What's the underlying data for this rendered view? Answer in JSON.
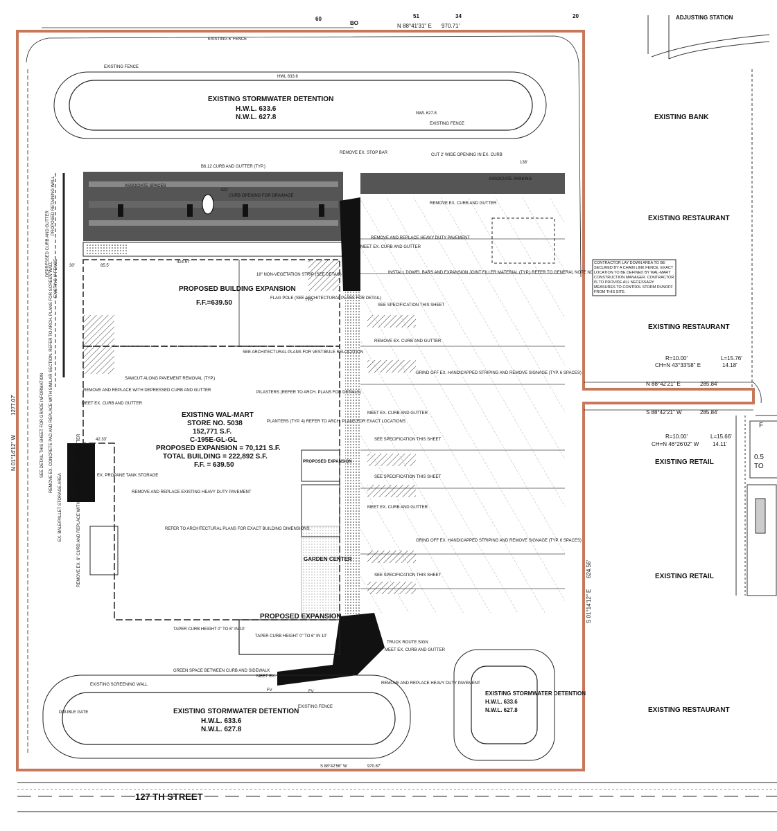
{
  "header": {
    "adjusting_station": "ADJUSTING STATION",
    "num_60": "60",
    "num_bo": "BO",
    "num_51": "51",
    "num_34": "34",
    "num_20": "20",
    "bearing_north": "N 88°41'31\" E",
    "dist_north": "970.71'"
  },
  "existing": {
    "bank": "EXISTING BANK",
    "restaurant_1": "EXISTING RESTAURANT",
    "restaurant_2": "EXISTING RESTAURANT",
    "retail_1": "EXISTING RETAIL",
    "retail_2": "EXISTING RETAIL",
    "restaurant_3": "EXISTING RESTAURANT"
  },
  "ponds": {
    "north_title": "EXISTING STORMWATER DETENTION",
    "north_hwl": "H.W.L. 633.6",
    "north_nwl": "N.W.L. 627.8",
    "south_title": "EXISTING STORMWATER DETENTION",
    "south_hwl": "H.W.L. 633.6",
    "south_nwl": "N.W.L. 627.8",
    "east_title": "EXISTING STORMWATER DETENTION",
    "east_hwl": "H.W.L. 633.6",
    "east_nwl": "N.W.L. 627.8",
    "hwl": "HWL 633.6",
    "nwl": "NWL 627.8"
  },
  "building": {
    "exp_title": "PROPOSED BUILDING EXPANSION",
    "exp_ff": "F.F.=639.50",
    "store_line1": "EXISTING WAL-MART",
    "store_line2": "STORE NO. 5038",
    "store_line3": "152,771 S.F.",
    "store_line4": "C-195E-GL-GL",
    "store_line5": "PROPOSED EXPANSION = 70,121 S.F.",
    "store_line6": "TOTAL BUILDING = 222,892 S.F.",
    "store_line7": "F.F. = 639.50",
    "garden": "GARDEN CENTER",
    "prop_exp": "PROPOSED EXPANSION",
    "prop_exp_small": "PROPOSED EXPANSION",
    "arch_note": "REFER TO ARCHITECTURAL PLANS FOR EXACT BUILDING DIMENSIONS."
  },
  "notes": {
    "existing_6_fence": "EXISTING 6' FENCE",
    "existing_fence": "EXISTING FENCE",
    "curb_gutter": "B6.12 CURB AND GUTTER (TYP.)",
    "curb_opening": "CURB OPENING FOR DRAINAGE",
    "associate_spaces": "ASSOCIATE SPACES",
    "associate_parking": "ASSOCIATE PARKING",
    "remove_stop_bar": "REMOVE EX. STOP BAR",
    "cut_opening": "CUT 2' WIDE OPENING IN EX. CURB",
    "remove_curb_gutter": "REMOVE EX. CURB AND GUTTER",
    "remove_replace_pav": "REMOVE AND REPLACE HEAVY DUTY PAVEMENT",
    "meet_curb": "MEET EX. CURB AND GUTTER",
    "non_veg": "18\" NON-VEGETATION STRIP (SEE DETAIL)",
    "flag_pole": "FLAG POLE (SEE ARCHITECTURAL PLANS FOR DETAIL)",
    "joint_filler": "INSTALL DOWEL BARS AND EXPANSION JOINT FILLER MATERIAL (TYP.) REFER TO GENERAL NOTE NO. 14",
    "see_spec": "SEE SPECIFICATION THIS SHEET",
    "see_arch_vestibule": "SEE ARCHITECTURAL PLANS FOR VESTIBULE RELOCATION",
    "sawcut": "SAWCUT ALONG PAVEMENT REMOVAL (TYP.)",
    "remove_replace_curb": "REMOVE AND REPLACE WITH DEPRESSED CURB AND GUTTER",
    "pilasters": "PILASTERS (REFER TO ARCH. PLANS FOR DETAILS)",
    "planters": "PLANTERS (TYP. 4) REFER TO ARCH. PLANS FOR EXACT LOCATIONS",
    "grind_off": "GRIND OFF EX. HANDICAPPED STRIPING AND REMOVE SIGNAGE (TYP. 6 SPACES)",
    "propane": "EX. PROPANE TANK STORAGE",
    "remove_replace_existing": "REMOVE AND REPLACE EXISTING HEAVY DUTY PAVEMENT",
    "taper_curb": "TAPER CURB HEIGHT 0\" TO 6\" IN 10'",
    "green_space": "GREEN SPACE BETWEEN CURB AND SIDEWALK",
    "screening_wall": "EXISTING SCREENING WALL",
    "double_gate": "DOUBLE GATE",
    "truck_route": "TRUCK ROUTE SIGN",
    "contractor_note": "CONTRACTOR LAY DOWN AREA TO BE SECURED BY A CHAIN LINK FENCE. EXACT LOCATION TO BE DEFINED BY WAL-MART CONSTRUCTION MANAGER. CONTRACTOR IS TO PROVIDE ALL NECESSARY MEASURES TO CONTROL STORM RUNOFF FROM THIS SITE.",
    "typ": "TYP.",
    "proposed_retaining": "PROPOSED RETAINING WALL",
    "depressed_curb": "DEPRESSED CURB AND GUTTER",
    "existing_fence_v": "EXISTING 6' FENCE",
    "west_note": "SEE DETAIL THIS SHEET FOR GRADE INFORMATION",
    "west_note2": "REMOVE EX. CONCRETE PAD AND REPLACE WITH SIMILAR SECTION. REFER TO ARCH. PLANS FOR SCREEN WALL",
    "bale_storage": "EX. BALE/PALLET STORAGE AREA",
    "remove_curb_6": "REMOVE EX. 6\" CURB AND REPLACE WITH DEPRESSED CURB AND GUTTER",
    "meet_ex": "MEET EX.",
    "dim_422": "422'",
    "dim_424": "424.57'",
    "dim_138": "138'",
    "dim_30": "30'",
    "dim_85": "85.5'",
    "dim_42": "42.33'",
    "fv": "FV"
  },
  "survey": {
    "curve1_r": "R=10.00'",
    "curve1_l": "L=15.76'",
    "curve1_ch": "CH=N 43°33'58\" E",
    "curve1_chl": "14.18'",
    "line1": "N 88°42'21\" E",
    "line1_d": "285.84'",
    "line2": "S 88°42'21\" W",
    "line2_d": "285.84'",
    "curve2_r": "R=10.00'",
    "curve2_l": "L=15.66'",
    "curve2_ch": "CH=N 46°26'02\" W",
    "curve2_chl": "14.11'",
    "east_line": "S 01°14'12\" E",
    "east_d": "624.56'",
    "west_line": "N 01°14'12\" W",
    "west_d": "1277.07'",
    "south_line": "S 88°42'56\" W",
    "south_d": "970.87'",
    "side_05": "0.5",
    "side_to": "TO",
    "side_f": "F"
  },
  "street": "127 TH STREET",
  "colors": {
    "boundary": "#c8785a",
    "dark_fill": "#555555",
    "black_fill": "#111111",
    "line": "#222222"
  }
}
